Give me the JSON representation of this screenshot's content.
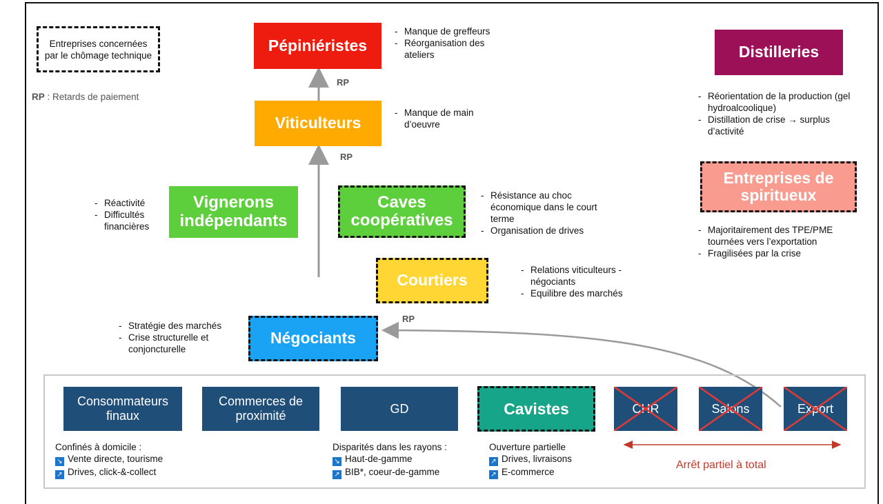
{
  "legend": {
    "dashed_label": "Entreprises concernées par le chômage technique",
    "rp_abbr": "RP",
    "rp_text": " : Retards de paiement"
  },
  "nodes": {
    "pepinieristes": "Pépiniéristes",
    "viticulteurs": "Viticulteurs",
    "vignerons": "Vignerons indépendants",
    "caves": "Caves coopératives",
    "courtiers": "Courtiers",
    "negociants": "Négociants",
    "distilleries": "Distilleries",
    "spiritueux": "Entreprises de spiritueux"
  },
  "notes": {
    "pepinieristes": [
      "Manque de greffeurs",
      "Réorganisation des ateliers"
    ],
    "viticulteurs": [
      "Manque de main d’oeuvre"
    ],
    "vignerons": [
      "Réactivité",
      "Difficultés financières"
    ],
    "caves": [
      "Résistance au choc économique dans le court terme",
      "Organisation de drives"
    ],
    "courtiers": [
      "Relations viticulteurs - négociants",
      "Equilibre des marchés"
    ],
    "negociants": [
      "Stratégie des marchés",
      "Crise structurelle et conjoncturelle"
    ],
    "distilleries": [
      "Réorientation de la production (gel hydroalcoolique)",
      "Distillation de crise → surplus d’activité"
    ],
    "spiritueux": [
      "Majoritairement des TPE/PME tournées vers l’exportation",
      "Fragilisées par la crise"
    ]
  },
  "rp_labels": [
    "RP",
    "RP",
    "RP"
  ],
  "channels": {
    "consommateurs": "Consommateurs finaux",
    "commerces": "Commerces de proximité",
    "gd": "GD",
    "cavistes": "Cavistes",
    "chr": "CHR",
    "salons": "Salons",
    "export": "Export"
  },
  "channel_notes": {
    "consommateurs": {
      "title": "Confinés à domicile :",
      "items": [
        {
          "icon": "trend-down-icon",
          "text": "Vente directe, tourisme"
        },
        {
          "icon": "trend-up-icon",
          "text": "Drives, click-&-collect"
        }
      ]
    },
    "gd": {
      "title": "Disparités dans les rayons :",
      "items": [
        {
          "icon": "trend-down-icon",
          "text": "Haut-de-gamme"
        },
        {
          "icon": "trend-up-icon",
          "text": "BIB*, coeur-de-gamme"
        }
      ]
    },
    "cavistes": {
      "title": "Ouverture partielle",
      "items": [
        {
          "icon": "trend-up-icon",
          "text": "Drives, livraisons"
        },
        {
          "icon": "trend-up-icon",
          "text": "E-commerce"
        }
      ]
    }
  },
  "stop_label": "Arrêt partiel à total",
  "colors": {
    "pepinieristes": "#ee1c0e",
    "viticulteurs": "#ffaa00",
    "vignerons": "#5ecf3c",
    "caves": "#5ecf3c",
    "courtiers": "#ffd633",
    "negociants": "#1aa3f5",
    "distilleries": "#9c1058",
    "spiritueux": "#f99b8f",
    "channel": "#1f4e79",
    "cavistes": "#17a589",
    "stop": "#c0392b"
  }
}
